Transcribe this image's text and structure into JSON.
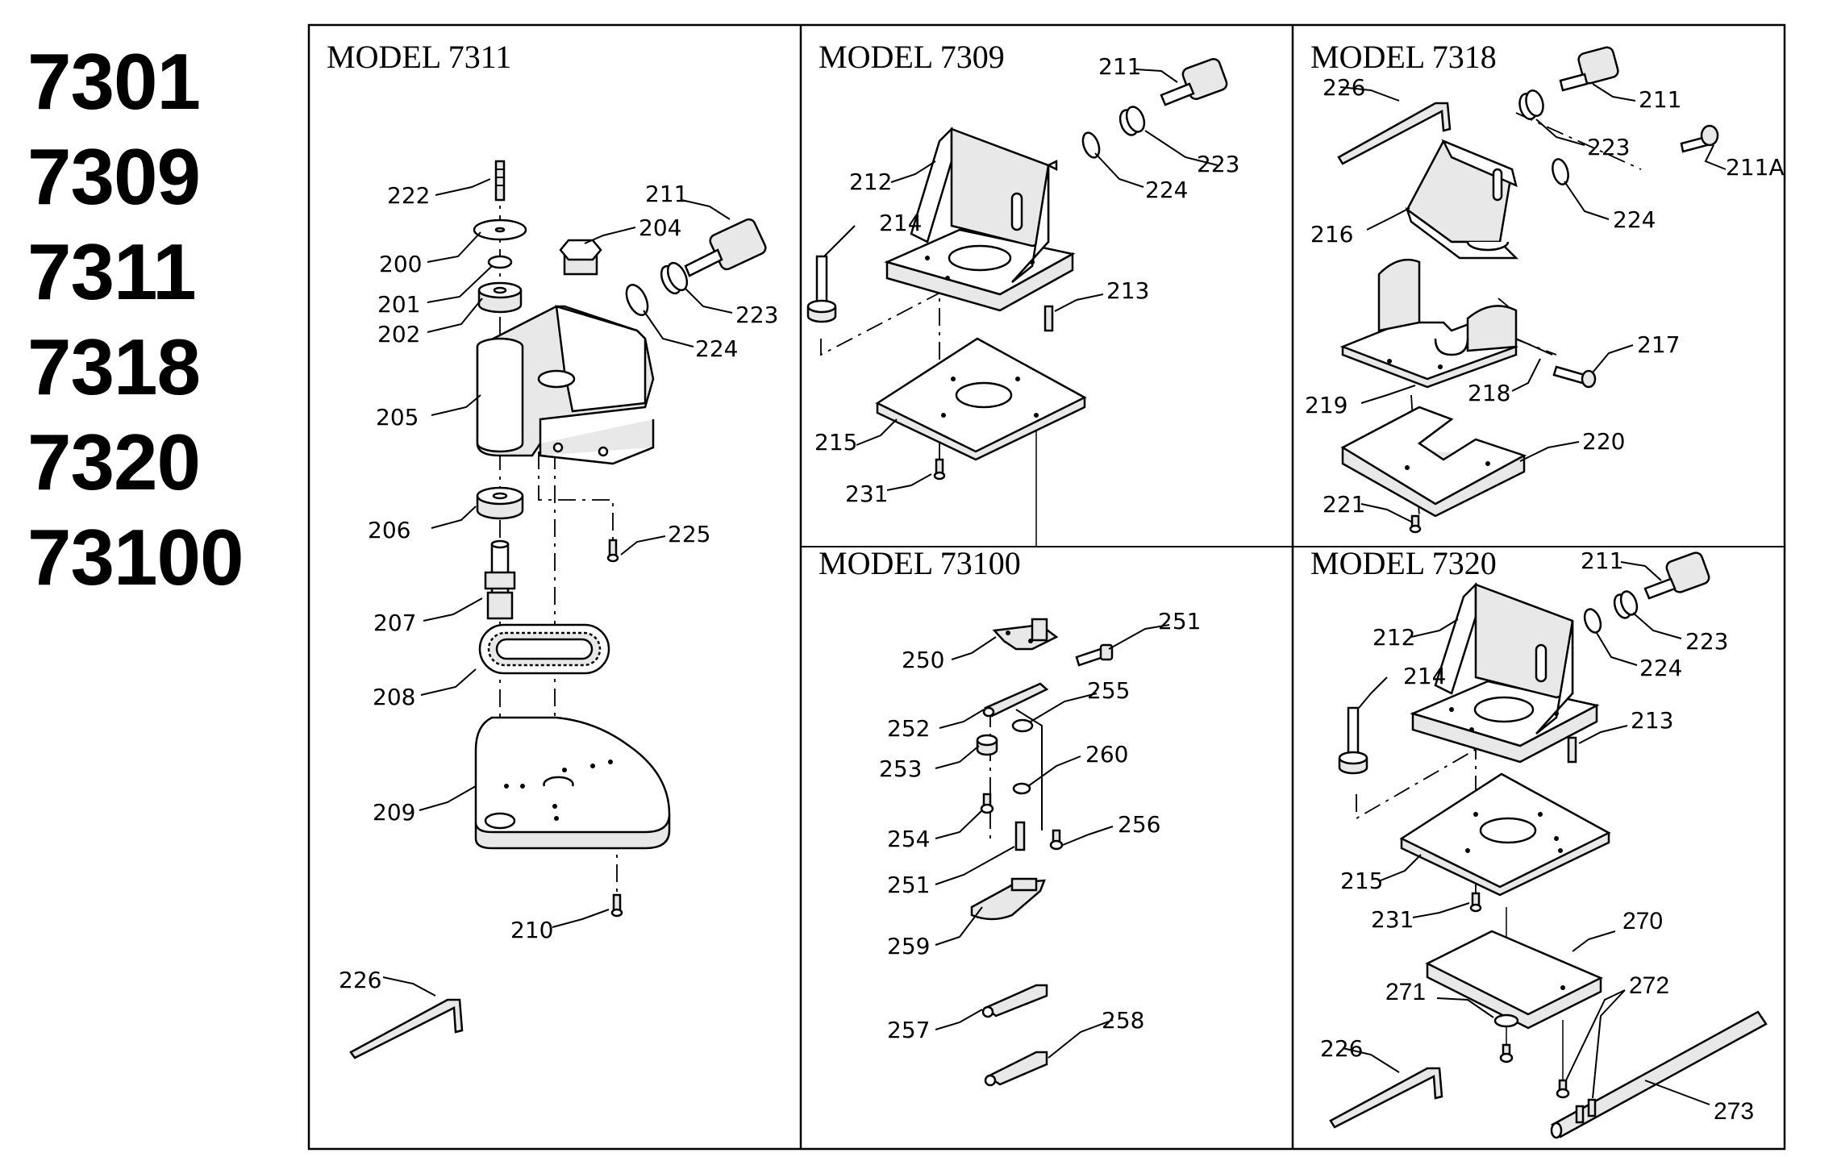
{
  "model_list": [
    "7301",
    "7309",
    "7311",
    "7318",
    "7320",
    "73100"
  ],
  "panels": {
    "p7311": {
      "title": "MODEL 7311",
      "labels": {
        "l222": "222",
        "l200": "200",
        "l201": "201",
        "l202": "202",
        "l204": "204",
        "l211": "211",
        "l223": "223",
        "l224": "224",
        "l205": "205",
        "l206": "206",
        "l225": "225",
        "l207": "207",
        "l208": "208",
        "l209": "209",
        "l210": "210",
        "l226": "226"
      }
    },
    "p7309": {
      "title": "MODEL 7309",
      "labels": {
        "l211": "211",
        "l223": "223",
        "l224": "224",
        "l212": "212",
        "l214": "214",
        "l213": "213",
        "l215": "215",
        "l231": "231"
      }
    },
    "p7318": {
      "title": "MODEL 7318",
      "labels": {
        "l226": "226",
        "l211": "211",
        "l223": "223",
        "l211a": "211A",
        "l216": "216",
        "l224": "224",
        "l217": "217",
        "l218": "218",
        "l219": "219",
        "l220": "220",
        "l221": "221"
      }
    },
    "p73100": {
      "title": "MODEL 73100",
      "labels": {
        "l251a": "251",
        "l250": "250",
        "l255": "255",
        "l252": "252",
        "l260": "260",
        "l253": "253",
        "l254": "254",
        "l256": "256",
        "l251b": "251",
        "l259": "259",
        "l257": "257",
        "l258": "258"
      }
    },
    "p7320": {
      "title": "MODEL 7320",
      "labels": {
        "l211": "211",
        "l212": "212",
        "l223": "223",
        "l224": "224",
        "l214": "214",
        "l213": "213",
        "l215": "215",
        "l231": "231",
        "l270": "270",
        "l271": "271",
        "l272": "272",
        "l226": "226",
        "l273": "273"
      }
    }
  }
}
